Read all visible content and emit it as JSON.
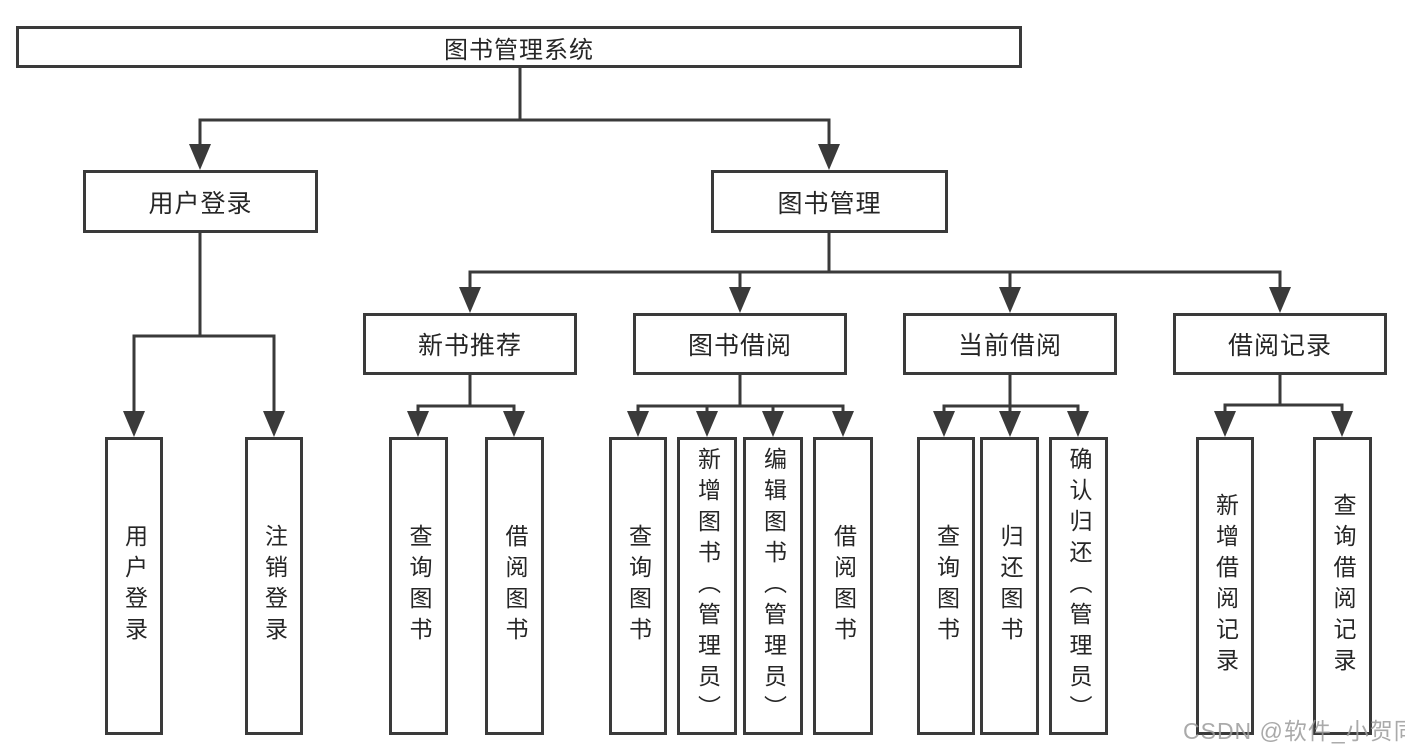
{
  "diagram_type": "functional-structure-tree",
  "root": {
    "label": "图书管理系统"
  },
  "level2": {
    "user_login": {
      "label": "用户登录"
    },
    "book_mgmt": {
      "label": "图书管理"
    }
  },
  "level3": {
    "new_book_rec": {
      "label": "新书推荐"
    },
    "book_borrow": {
      "label": "图书借阅"
    },
    "current_borrow": {
      "label": "当前借阅"
    },
    "borrow_records": {
      "label": "借阅记录"
    }
  },
  "leaves": {
    "user_login": {
      "label": "用户登录"
    },
    "logout": {
      "label": "注销登录"
    },
    "rec_search_books": {
      "label": "查询图书"
    },
    "rec_borrow_books": {
      "label": "借阅图书"
    },
    "bb_search_books": {
      "label": "查询图书"
    },
    "bb_add_books": {
      "label": "新增图书（管理员）"
    },
    "bb_edit_books": {
      "label": "编辑图书（管理员）"
    },
    "bb_borrow_books": {
      "label": "借阅图书"
    },
    "cb_search_books": {
      "label": "查询图书"
    },
    "cb_return_books": {
      "label": "归还图书"
    },
    "cb_confirm_return": {
      "label": "确认归还（管理员）"
    },
    "br_add_record": {
      "label": "新增借阅记录"
    },
    "br_search_record": {
      "label": "查询借阅记录"
    }
  },
  "watermark": {
    "text": "CSDN @软件_小贺同学",
    "color": "#9c9c9c"
  },
  "colors": {
    "line": "#3a3a3a",
    "box_border": "#3a3a3a",
    "text": "#262626",
    "background": "#ffffff"
  }
}
